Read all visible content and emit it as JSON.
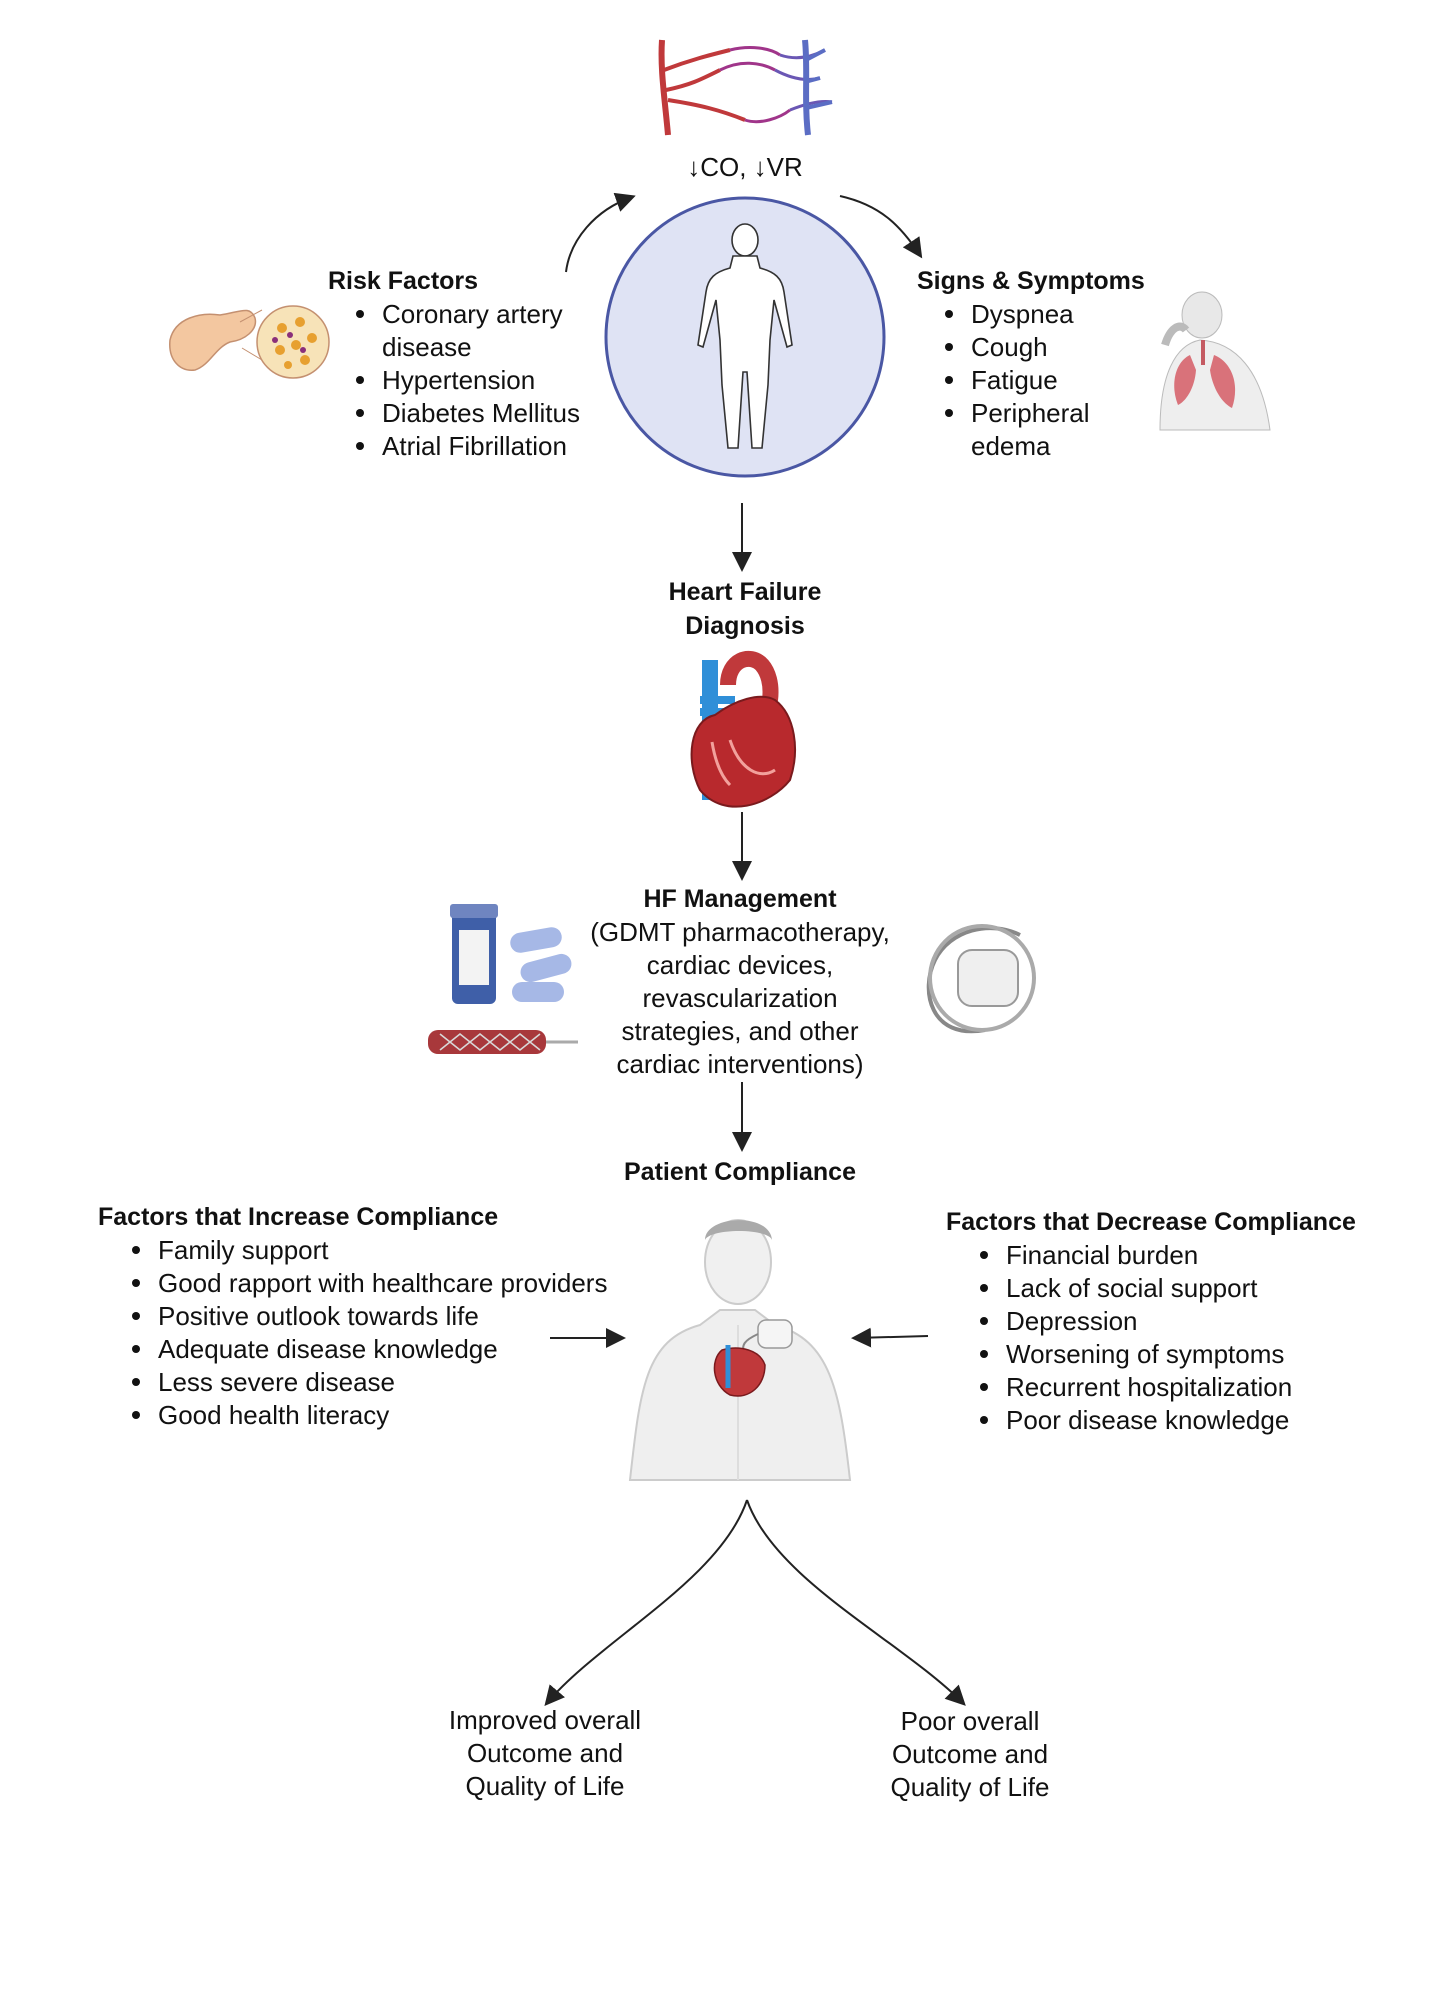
{
  "top": {
    "label": "↓CO, ↓VR"
  },
  "risk_factors": {
    "title": "Risk Factors",
    "items": [
      "Coronary artery disease",
      "Hypertension",
      "Diabetes Mellitus",
      "Atrial Fibrillation"
    ]
  },
  "signs_symptoms": {
    "title": "Signs & Symptoms",
    "items": [
      "Dyspnea",
      "Cough",
      "Fatigue",
      "Peripheral edema"
    ]
  },
  "diagnosis": {
    "title_line1": "Heart Failure",
    "title_line2": "Diagnosis"
  },
  "management": {
    "title": "HF Management",
    "lines": [
      "(GDMT pharmacotherapy,",
      "cardiac devices,",
      "revascularization",
      "strategies, and other",
      "cardiac interventions)"
    ]
  },
  "compliance": {
    "title": "Patient Compliance"
  },
  "increase": {
    "title": "Factors that Increase Compliance",
    "items": [
      "Family support",
      "Good rapport with healthcare providers",
      "Positive outlook towards life",
      "Adequate disease knowledge",
      "Less severe disease",
      "Good health literacy"
    ]
  },
  "decrease": {
    "title": "Factors that Decrease Compliance",
    "items": [
      "Financial burden",
      "Lack of social support",
      "Depression",
      "Worsening of symptoms",
      "Recurrent hospitalization",
      "Poor disease knowledge"
    ]
  },
  "outcomes": {
    "improved": [
      "Improved overall",
      "Outcome and",
      "Quality of Life"
    ],
    "poor": [
      "Poor overall",
      "Outcome and",
      "Quality of Life"
    ]
  },
  "colors": {
    "circle_fill": "#dfe3f4",
    "circle_stroke": "#4a57a4",
    "artery": "#c0393b",
    "vein": "#5b6dc4"
  }
}
